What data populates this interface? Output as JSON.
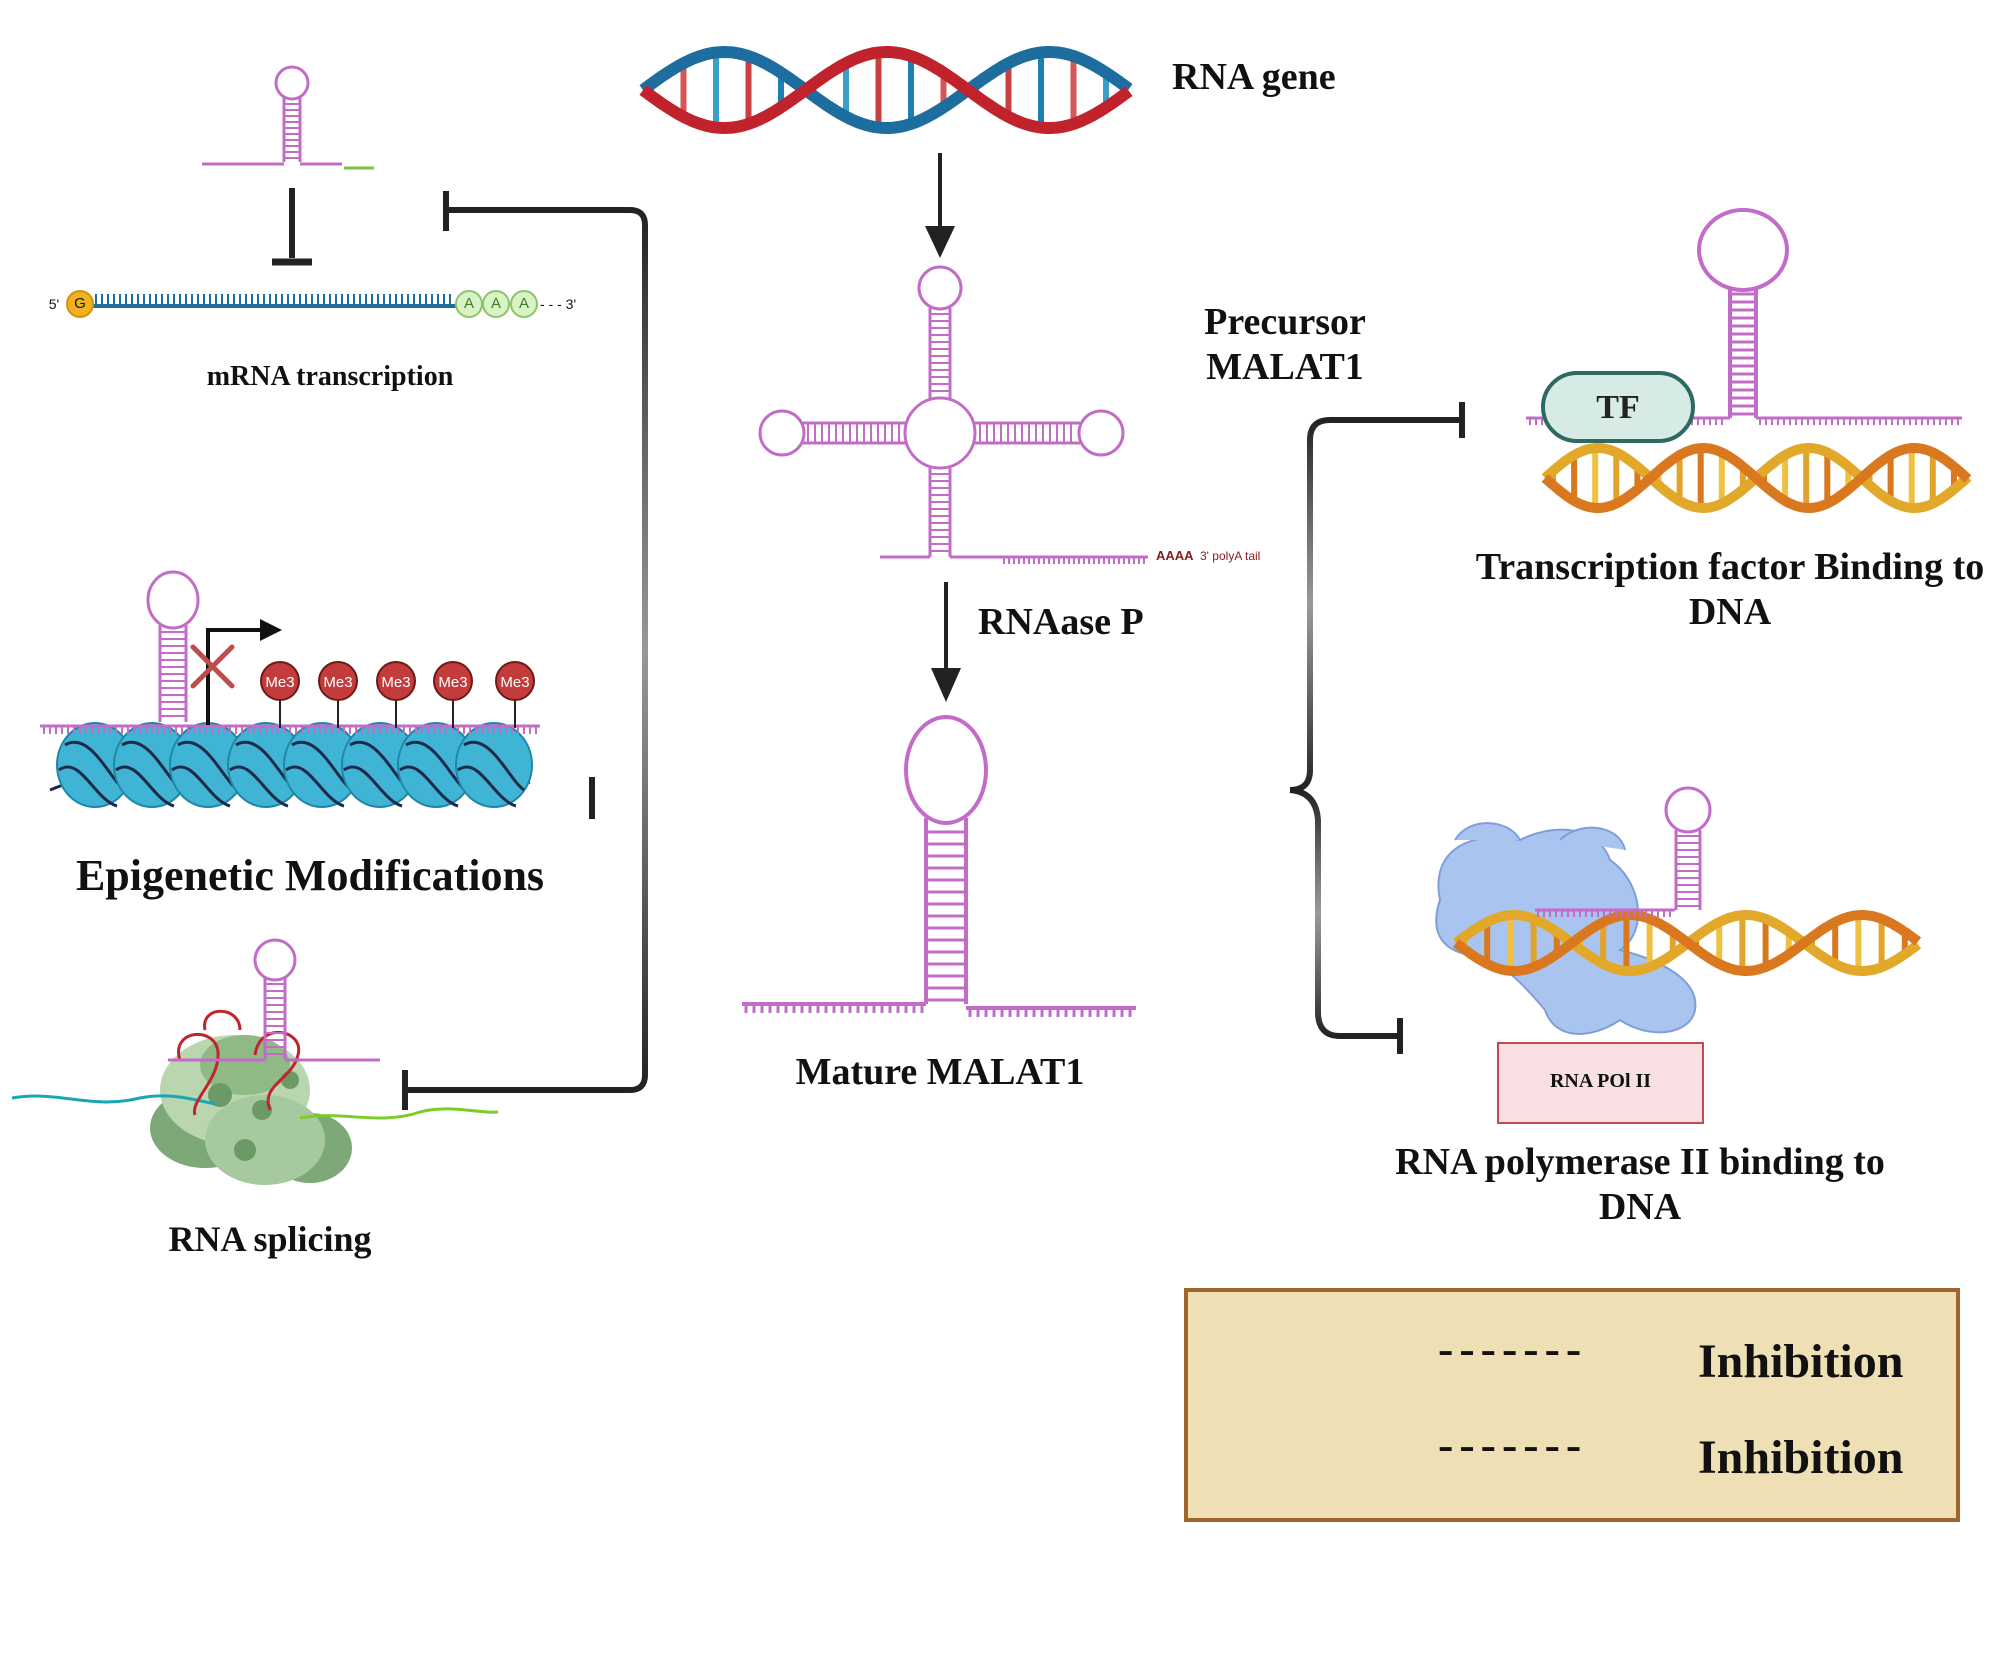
{
  "labels": {
    "rna_gene": "RNA gene",
    "precursor_line1": "Precursor",
    "precursor_line2": "MALAT1",
    "rnaase_p": "RNAase P",
    "mature": "Mature MALAT1",
    "mrna_transcription": "mRNA transcription",
    "epigenetic": "Epigenetic Modifications",
    "rna_splicing": "RNA splicing",
    "tf_binding_line1": "Transcription factor Binding to",
    "tf_binding_line2": "DNA",
    "pol2_binding_line1": "RNA polymerase II binding to",
    "pol2_binding_line2": "DNA",
    "tf_badge": "TF",
    "pol2_box": "RNA POl II",
    "poly_a": "AAAA",
    "poly_a_tail": "3' polyA tail",
    "mrna_5": "5'",
    "mrna_3": "- - - 3'",
    "cap": "G",
    "a_bead": "A",
    "me3": "Me3"
  },
  "legend": {
    "items": [
      {
        "symbol": "inhibition-bar",
        "dashes": "-------",
        "text": "Inhibition"
      },
      {
        "symbol": "red-cross",
        "dashes": "-------",
        "text": "Inhibition"
      }
    ]
  },
  "colors": {
    "rna": "#c26cc7",
    "dna_red": "#c1232d",
    "dna_blue": "#1d6d9f",
    "dna_gold": "#e2a82a",
    "dna_orange": "#d9781f",
    "nucleosome": "#3fb4d4",
    "methyl": "#c43b3b",
    "cross": "#b84242",
    "legend_bg": "#efdfb4",
    "legend_border": "#a1642d"
  }
}
